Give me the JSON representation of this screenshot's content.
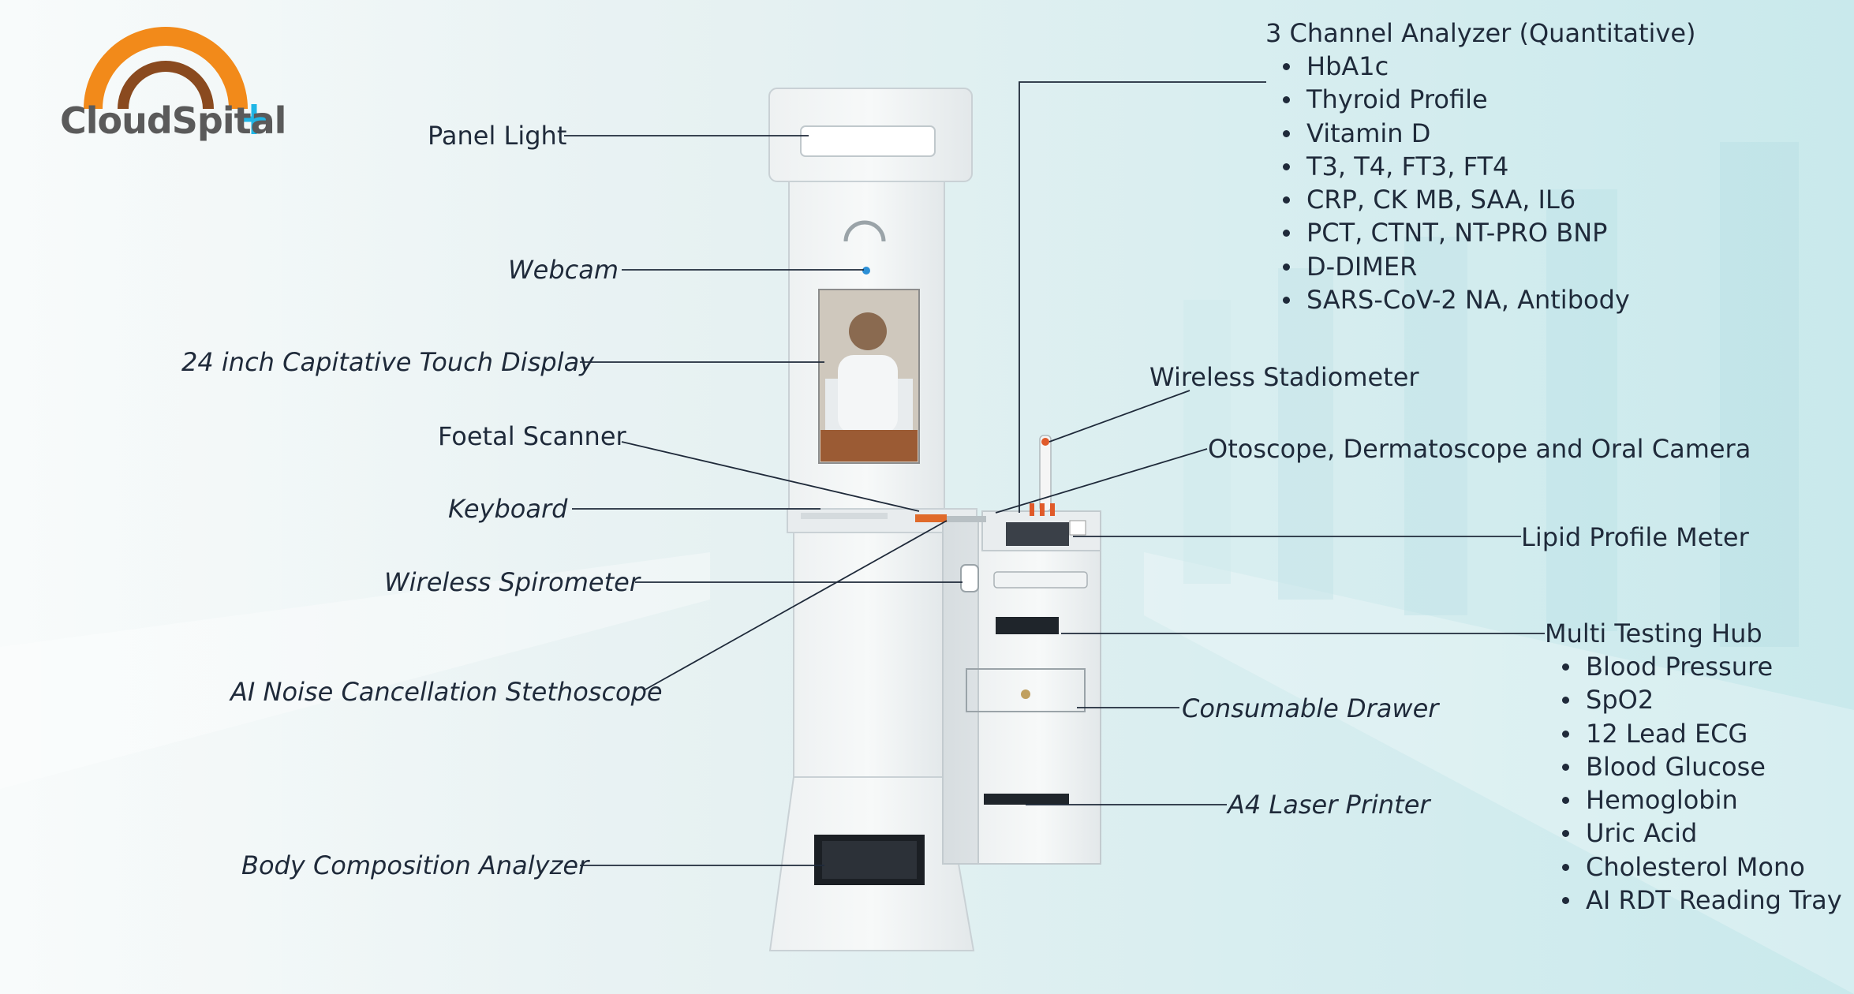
{
  "brand": {
    "name": "CloudSpital",
    "orange": "#f28a1a",
    "brown": "#8a4a1f",
    "cyan": "#1fb6e6"
  },
  "left_labels": {
    "panel_light": "Panel Light",
    "webcam": "Webcam",
    "touch_display": "24 inch Capitative Touch Display",
    "foetal_scanner": "Foetal Scanner",
    "keyboard": "Keyboard",
    "spirometer": "Wireless Spirometer",
    "stethoscope": "AI Noise Cancellation Stethoscope",
    "body_composition": "Body Composition Analyzer"
  },
  "right_labels": {
    "stadiometer": "Wireless Stadiometer",
    "otoscope": "Otoscope, Dermatoscope and Oral Camera",
    "lipid_meter": "Lipid Profile Meter",
    "consumable_drawer": "Consumable Drawer",
    "printer": "A4 Laser Printer"
  },
  "analyzer": {
    "title": "3 Channel Analyzer (Quantitative)",
    "items": [
      "HbA1c",
      "Thyroid Profile",
      "Vitamin D",
      "T3, T4, FT3, FT4",
      "CRP, CK MB, SAA, IL6",
      "PCT, CTNT, NT-PRO BNP",
      "D-DIMER",
      "SARS-CoV-2 NA, Antibody"
    ]
  },
  "hub": {
    "title": "Multi Testing Hub",
    "items": [
      "Blood Pressure",
      "SpO2",
      "12 Lead ECG",
      "Blood Glucose",
      "Hemoglobin",
      "Uric Acid",
      "Cholesterol Mono",
      "AI RDT Reading Tray"
    ]
  }
}
